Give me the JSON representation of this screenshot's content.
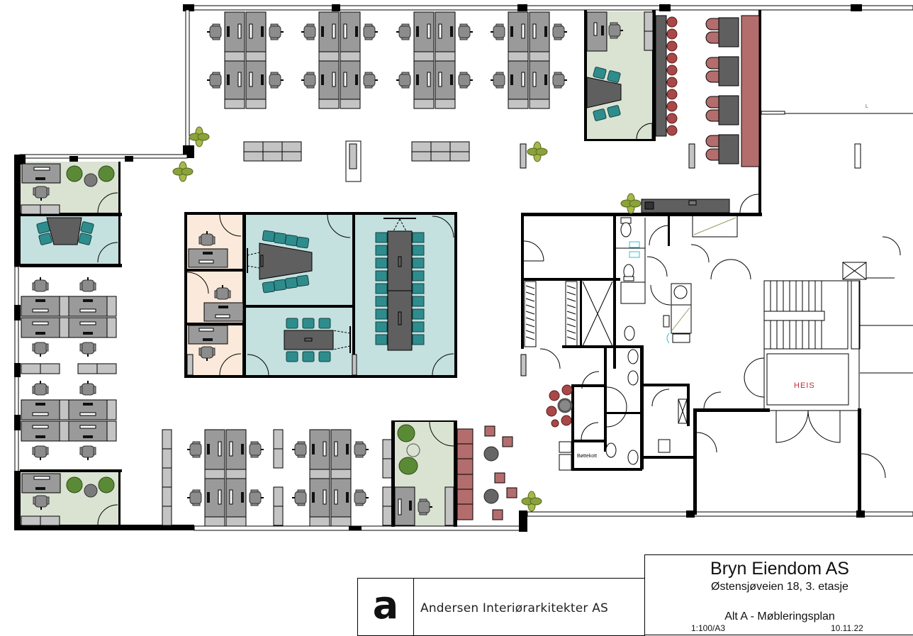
{
  "drawing": {
    "type": "floor-plan",
    "rooms": [
      {
        "name": "open-office-north",
        "label": ""
      },
      {
        "name": "manager-office-north",
        "label": ""
      },
      {
        "name": "canteen",
        "label": ""
      },
      {
        "name": "meeting-room-large",
        "label": ""
      },
      {
        "name": "meeting-room-trapezoid",
        "label": ""
      },
      {
        "name": "meeting-room-small",
        "label": ""
      },
      {
        "name": "quiet-rooms",
        "label": ""
      },
      {
        "name": "open-office-west",
        "label": ""
      },
      {
        "name": "open-office-south",
        "label": ""
      },
      {
        "name": "lounge",
        "label": ""
      },
      {
        "name": "core-wc",
        "label": ""
      }
    ],
    "labels": {
      "elevator": "HEIS",
      "cleaning_closet": "Bøttekott",
      "tag_l": "L"
    },
    "colors": {
      "meeting_rooms": "#c4e0df",
      "offices": "#dae2d2",
      "quiet_rooms": "#fbeadb",
      "meeting_chairs": "#2f8c8c",
      "canteen_seating": "#b46d6d",
      "elevator_label": "#c0283a"
    }
  },
  "title_block": {
    "logo_glyph": "a",
    "firm_name": "Andersen Interiørarkitekter AS",
    "client": "Bryn Eiendom AS",
    "address": "Østensjøveien 18, 3. etasje",
    "drawing_title": "Alt A - Møbleringsplan",
    "scale": "1:100/A3",
    "date": "10.11.22"
  }
}
